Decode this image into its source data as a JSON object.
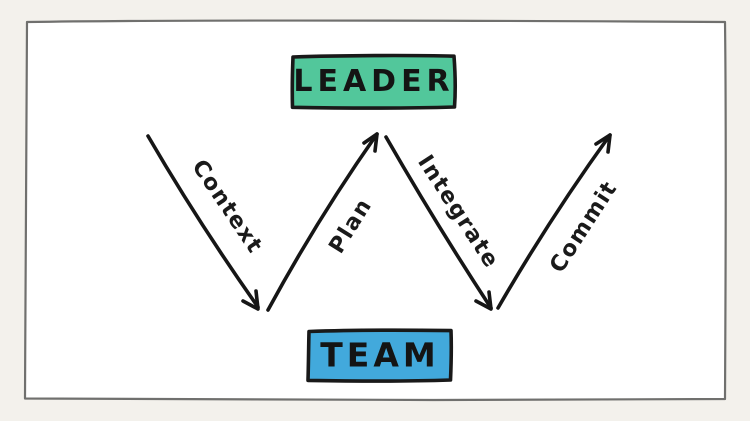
{
  "diagram": {
    "type": "flow-zigzag-sketch",
    "nodes": [
      {
        "id": "leader",
        "label": "LEADER",
        "fill": "#52c79b"
      },
      {
        "id": "team",
        "label": "TEAM",
        "fill": "#42a9dc"
      }
    ],
    "edges": [
      {
        "label": "Context",
        "from": "leader",
        "to": "team",
        "direction": "down"
      },
      {
        "label": "Plan",
        "from": "team",
        "to": "leader",
        "direction": "up"
      },
      {
        "label": "Integrate",
        "from": "leader",
        "to": "team",
        "direction": "down"
      },
      {
        "label": "Commit",
        "from": "team",
        "to": "leader",
        "direction": "up"
      }
    ],
    "colors": {
      "background": "#f3f1ec",
      "paper": "#ffffff",
      "frame_stroke": "#70706e",
      "ink": "#161616",
      "leader_fill": "#52c79b",
      "team_fill": "#42a9dc"
    }
  }
}
